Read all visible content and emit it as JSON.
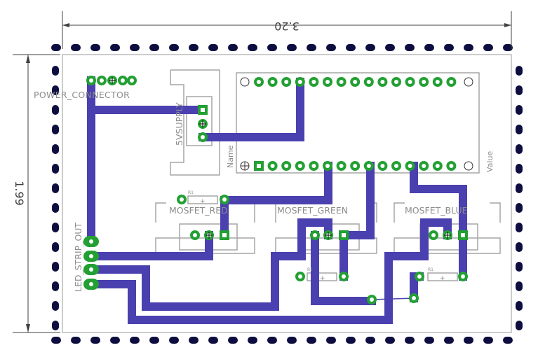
{
  "dimensions": {
    "width_label": "3.20",
    "height_label": "1.99"
  },
  "components": {
    "power_connector": "POWER_CONNECTOR",
    "supply": "5VSUPPLY",
    "name_label": "Name",
    "value_label": "Value",
    "mosfet_red": "MOSFET_RED",
    "mosfet_green": "MOSFET_GREEN",
    "mosfet_blue": "MOSFET_BLUE",
    "led_strip": "LED_STRIP_OUT",
    "resistor_ref": "R1",
    "resistor_polarity": "+"
  },
  "colors": {
    "trace": "#4a40b0",
    "pad": "#23a033",
    "silkscreen": "#8c8c8c",
    "outline": "#a0a0a0",
    "edge_pads": "#0d0d40",
    "dimension": "#404040"
  }
}
